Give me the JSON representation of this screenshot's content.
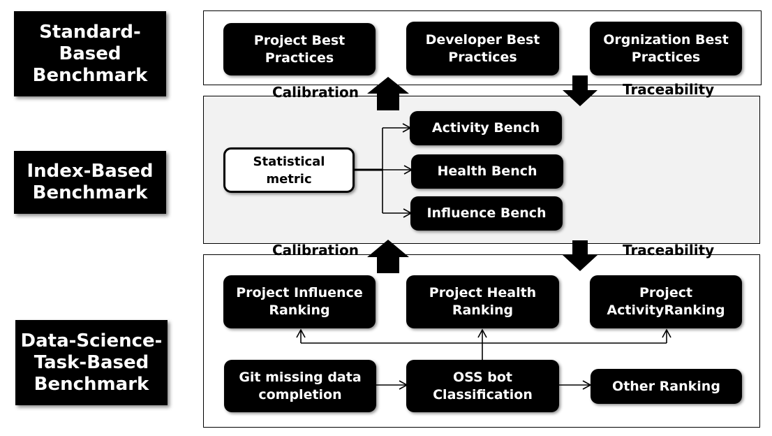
{
  "sidebar": {
    "standard": "Standard-\nBased\nBenchmark",
    "index": "Index-Based\nBenchmark",
    "datascience": "Data-Science-\nTask-Based\nBenchmark"
  },
  "standard_panel": {
    "project": "Project Best\nPractices",
    "developer": "Developer Best\nPractices",
    "organization": "Orgnization Best\nPractices"
  },
  "index_panel": {
    "metric": "Statistical metric",
    "activity": "Activity Bench",
    "health": "Health Bench",
    "influence": "Influence Bench"
  },
  "data_panel": {
    "influence_ranking": "Project Influence\nRanking",
    "health_ranking": "Project Health\nRanking",
    "activity_ranking": "Project\nActivityRanking",
    "git": "Git missing data\ncompletion",
    "oss": "OSS bot\nClassification",
    "other": "Other Ranking"
  },
  "connectors": {
    "calibration_top": "Calibration",
    "traceability_top": "Traceability",
    "calibration_bottom": "Calibration",
    "traceability_bottom": "Traceability"
  }
}
